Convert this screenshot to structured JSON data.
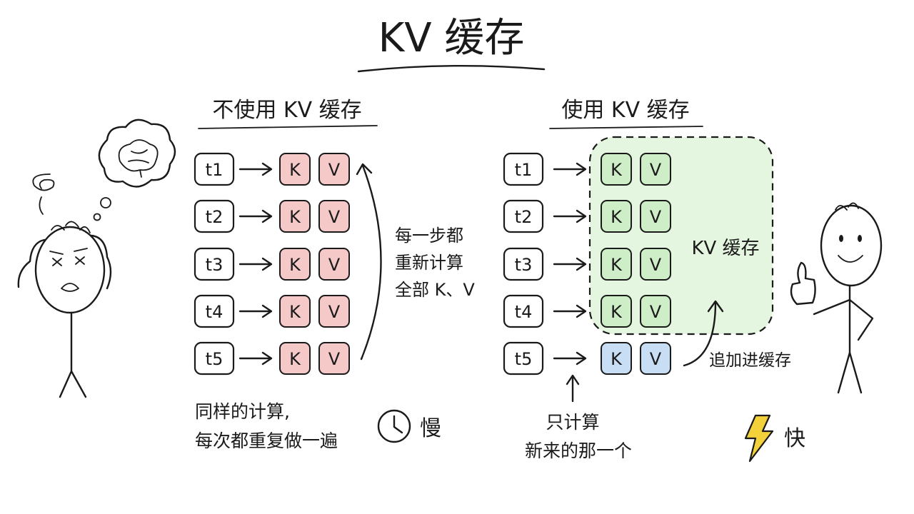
{
  "title": "KV 缓存",
  "left_panel": {
    "heading": "不使用 KV 缓存",
    "tokens": [
      "t1",
      "t2",
      "t3",
      "t4",
      "t5"
    ],
    "k_label": "K",
    "v_label": "V",
    "side_note": [
      "每一步都",
      "重新计算",
      "全部 K、V"
    ],
    "bottom_note": [
      "同样的计算,",
      "每次都重复做一遍"
    ],
    "speed_label": "慢"
  },
  "right_panel": {
    "heading": "使用 KV 缓存",
    "tokens": [
      "t1",
      "t2",
      "t3",
      "t4",
      "t5"
    ],
    "k_label": "K",
    "v_label": "V",
    "cache_label": "KV 缓存",
    "append_note": "追加进缓存",
    "bottom_note": [
      "只计算",
      "新来的那一个"
    ],
    "speed_label": "快"
  },
  "colors": {
    "ink": "#1a1a1a",
    "slow_kv_fill": "#f6c9c9",
    "cached_kv_fill": "#cdeec6",
    "new_kv_fill": "#c8def5",
    "cache_region_fill": "#e4f6df",
    "lightning": "#f3d13a"
  },
  "icons": {
    "left_figure": "stressed-stick-figure-icon",
    "thought": "brain-thought-bubble-icon",
    "clock": "clock-icon",
    "right_figure": "happy-stick-figure-icon",
    "lightning": "lightning-icon"
  }
}
